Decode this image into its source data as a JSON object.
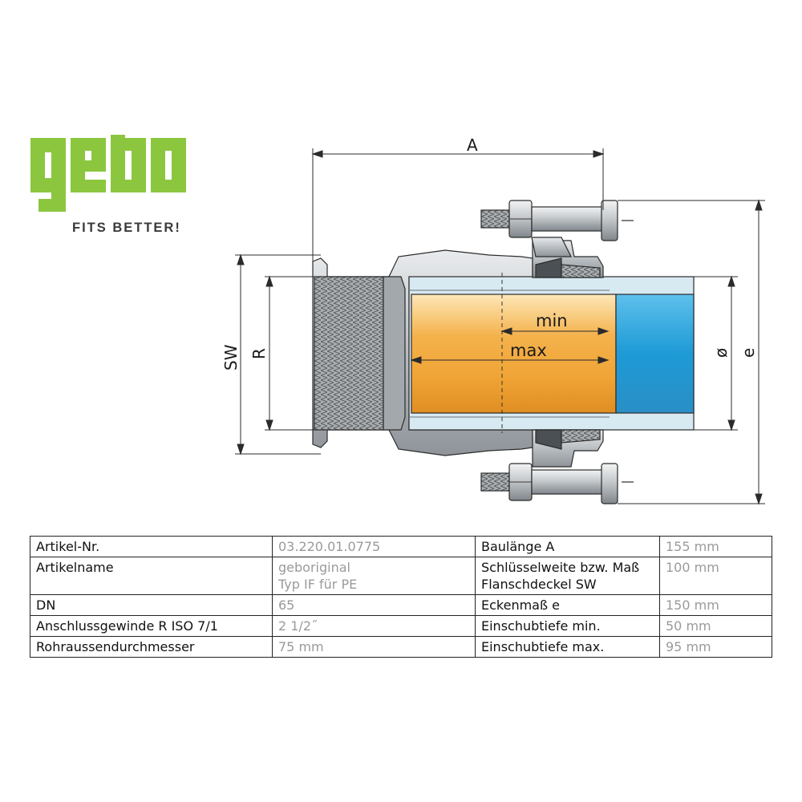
{
  "logo": {
    "wordmark": "gebo",
    "tagline": "FITS BETTER!",
    "color": "#8cc63f"
  },
  "drawing": {
    "dimension_labels": {
      "A": "A",
      "SW": "SW",
      "R": "R",
      "min": "min",
      "max": "max",
      "diameter": "ø",
      "e": "e"
    },
    "colors": {
      "pipe_insert": "#f3ad42",
      "pipe_blue": "#1e9ad6",
      "pipe_light": "#cfe6ef",
      "metal": "#bfc3c7",
      "metal_dark": "#6d7378",
      "outline": "#2b2b2b"
    }
  },
  "table": {
    "left_rows": [
      {
        "label": [
          "Artikel-Nr."
        ],
        "value": [
          "03.220.01.0775"
        ]
      },
      {
        "label": [
          "Artikelname"
        ],
        "value": [
          "geboriginal",
          "Typ IF für PE"
        ]
      },
      {
        "label": [
          "DN"
        ],
        "value": [
          "65"
        ]
      },
      {
        "label": [
          "Anschlussgewinde R ISO 7/1"
        ],
        "value": [
          "2 1/2˝"
        ]
      },
      {
        "label": [
          "Rohraussendurchmesser"
        ],
        "value": [
          "75 mm"
        ]
      }
    ],
    "right_rows": [
      {
        "label": [
          "Baulänge A"
        ],
        "value": [
          "155 mm"
        ]
      },
      {
        "label": [
          "Schlüsselweite bzw. Maß",
          "Flanschdeckel SW"
        ],
        "value": [
          "100 mm"
        ]
      },
      {
        "label": [
          "Eckenmaß e"
        ],
        "value": [
          "150 mm"
        ]
      },
      {
        "label": [
          "Einschubtiefe min."
        ],
        "value": [
          "50 mm"
        ]
      },
      {
        "label": [
          "Einschubtiefe max."
        ],
        "value": [
          "95 mm"
        ]
      }
    ]
  }
}
